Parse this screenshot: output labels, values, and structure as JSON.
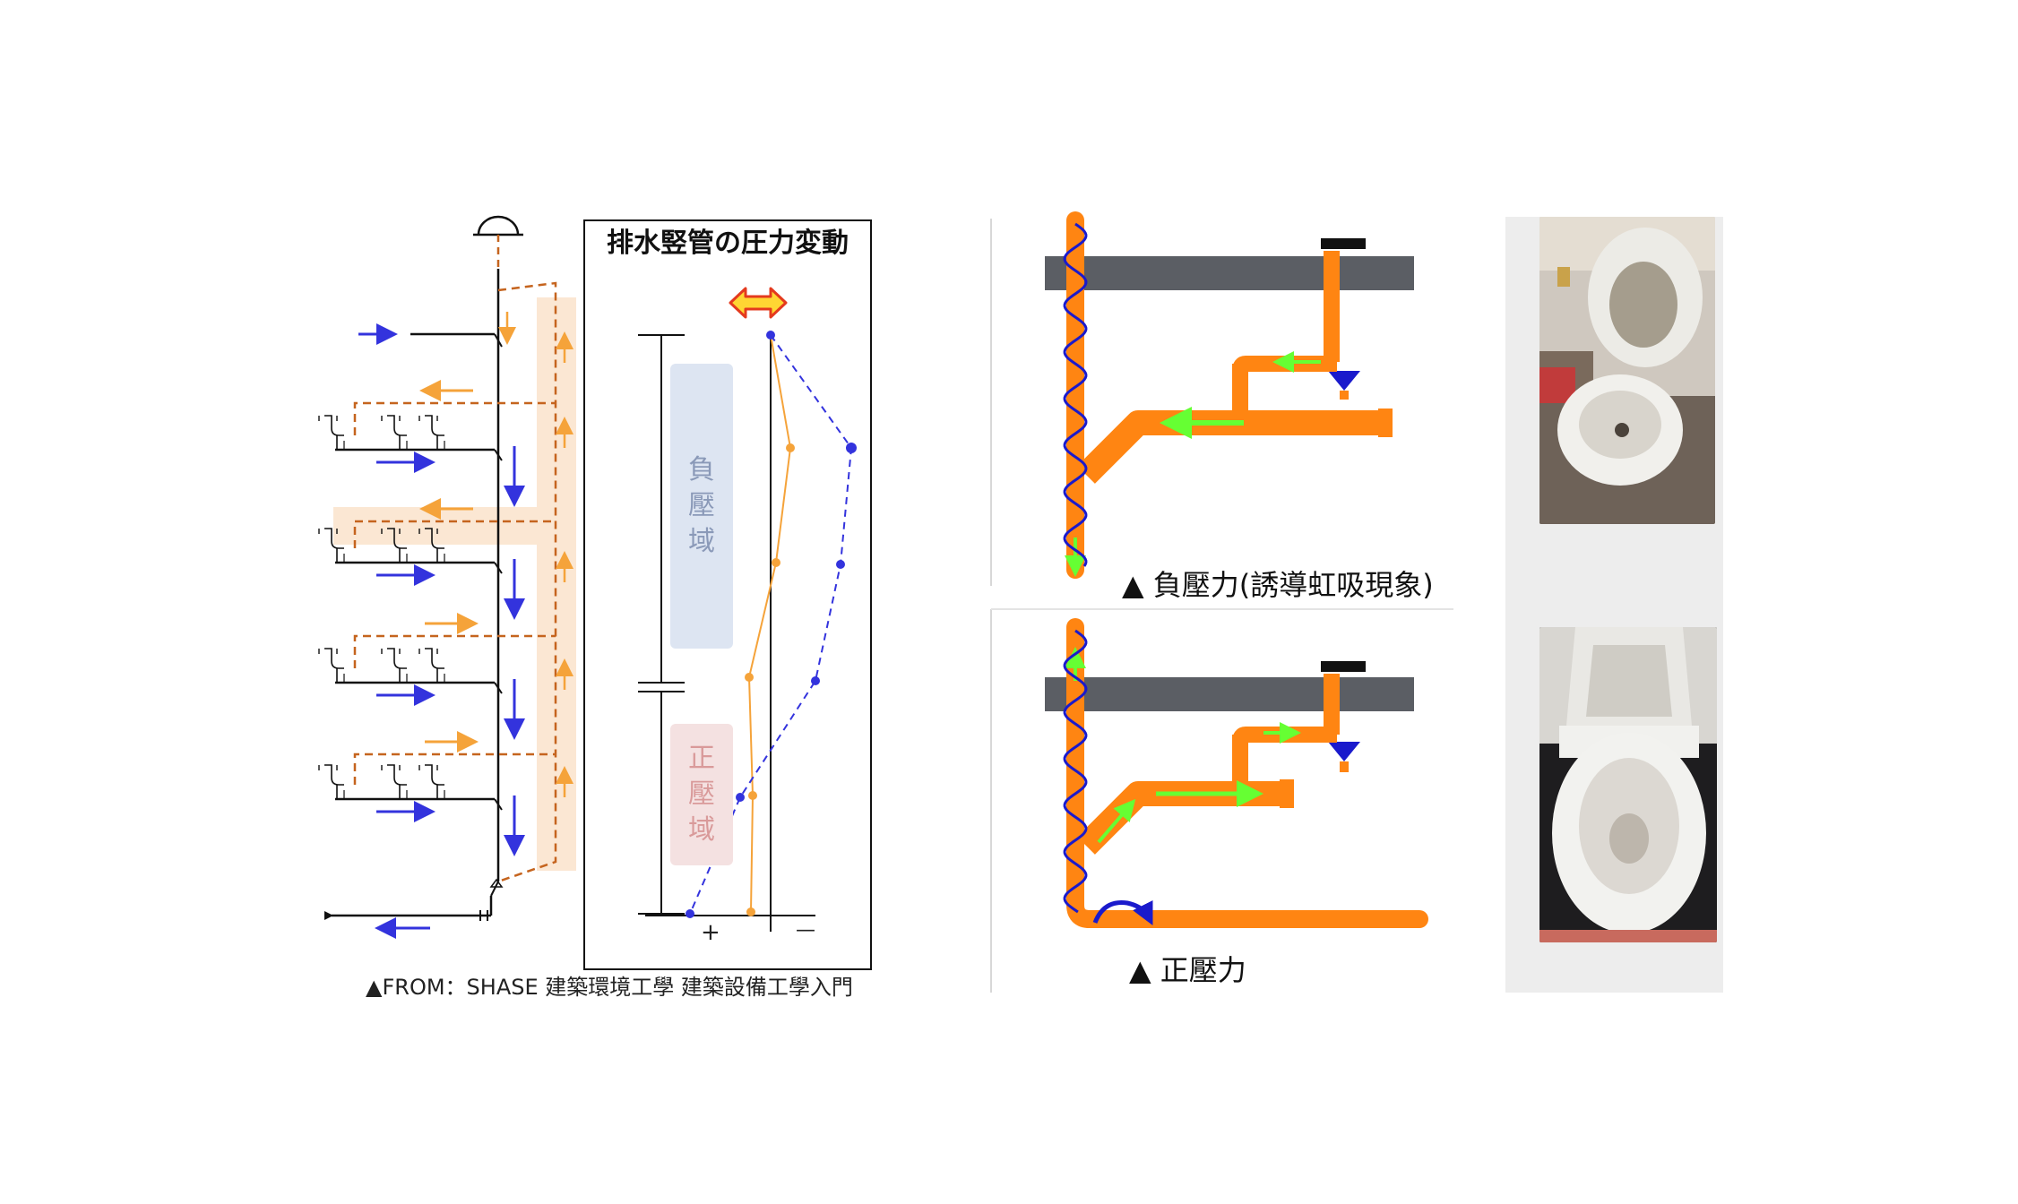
{
  "left_diagram": {
    "title": "排水竪管の圧力変動",
    "negative_zone": [
      "負",
      "壓",
      "域"
    ],
    "positive_zone": [
      "正",
      "壓",
      "域"
    ],
    "plus_sign": "+",
    "minus_sign": "—",
    "source_caption": "▲FROM：SHASE 建築環境工學 建築設備工學入門"
  },
  "right_diagram": {
    "negative_caption": "▲ 負壓力(誘導虹吸現象)",
    "positive_caption": "▲ 正壓力"
  },
  "colors": {
    "orange": "#f5a33a",
    "orange_pipe": "#ff8512",
    "blue": "#3333dd",
    "green": "#66ff33",
    "beam": "#5b5e64",
    "highlight": "#fbe7d3"
  },
  "icons": {
    "double_arrow": "double-arrow-icon",
    "vent_cap": "vent-cap-icon"
  }
}
